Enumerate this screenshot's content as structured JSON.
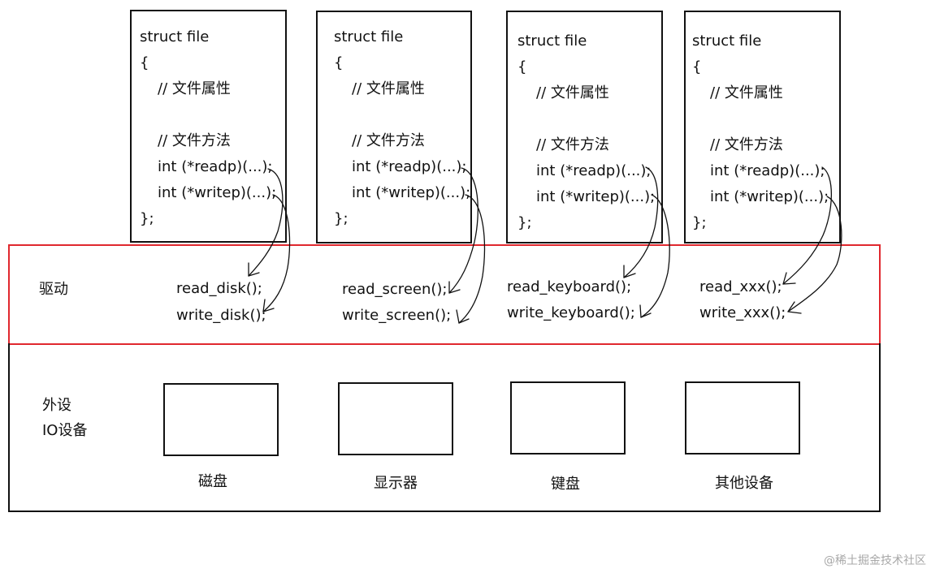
{
  "structs": [
    {
      "lines": [
        "struct file",
        "{",
        "// 文件属性",
        "",
        "// 文件方法",
        "int (*readp)(...);",
        "int (*writep)(...);",
        "};"
      ]
    },
    {
      "lines": [
        "struct file",
        "{",
        "// 文件属性",
        "",
        "// 文件方法",
        "int (*readp)(...);",
        "int (*writep)(...);",
        "};"
      ]
    },
    {
      "lines": [
        "struct file",
        "{",
        "// 文件属性",
        "",
        "// 文件方法",
        "int (*readp)(...);",
        "int (*writep)(...);",
        "};"
      ]
    },
    {
      "lines": [
        "struct file",
        "{",
        "// 文件属性",
        "",
        "// 文件方法",
        "int (*readp)(...);",
        "int (*writep)(...);",
        "};"
      ]
    }
  ],
  "driver": {
    "label": "驱动",
    "functions": [
      {
        "read": "read_disk();",
        "write": "write_disk();"
      },
      {
        "read": "read_screen();",
        "write": "write_screen();"
      },
      {
        "read": "read_keyboard();",
        "write": "write_keyboard();"
      },
      {
        "read": "read_xxx();",
        "write": "write_xxx();"
      }
    ]
  },
  "io": {
    "label_line1": "外设",
    "label_line2": "IO设备",
    "devices": [
      "磁盘",
      "显示器",
      "键盘",
      "其他设备"
    ]
  },
  "watermark": "@稀土掘金技术社区",
  "colors": {
    "driver_border": "#e0282e",
    "line": "#111111"
  }
}
